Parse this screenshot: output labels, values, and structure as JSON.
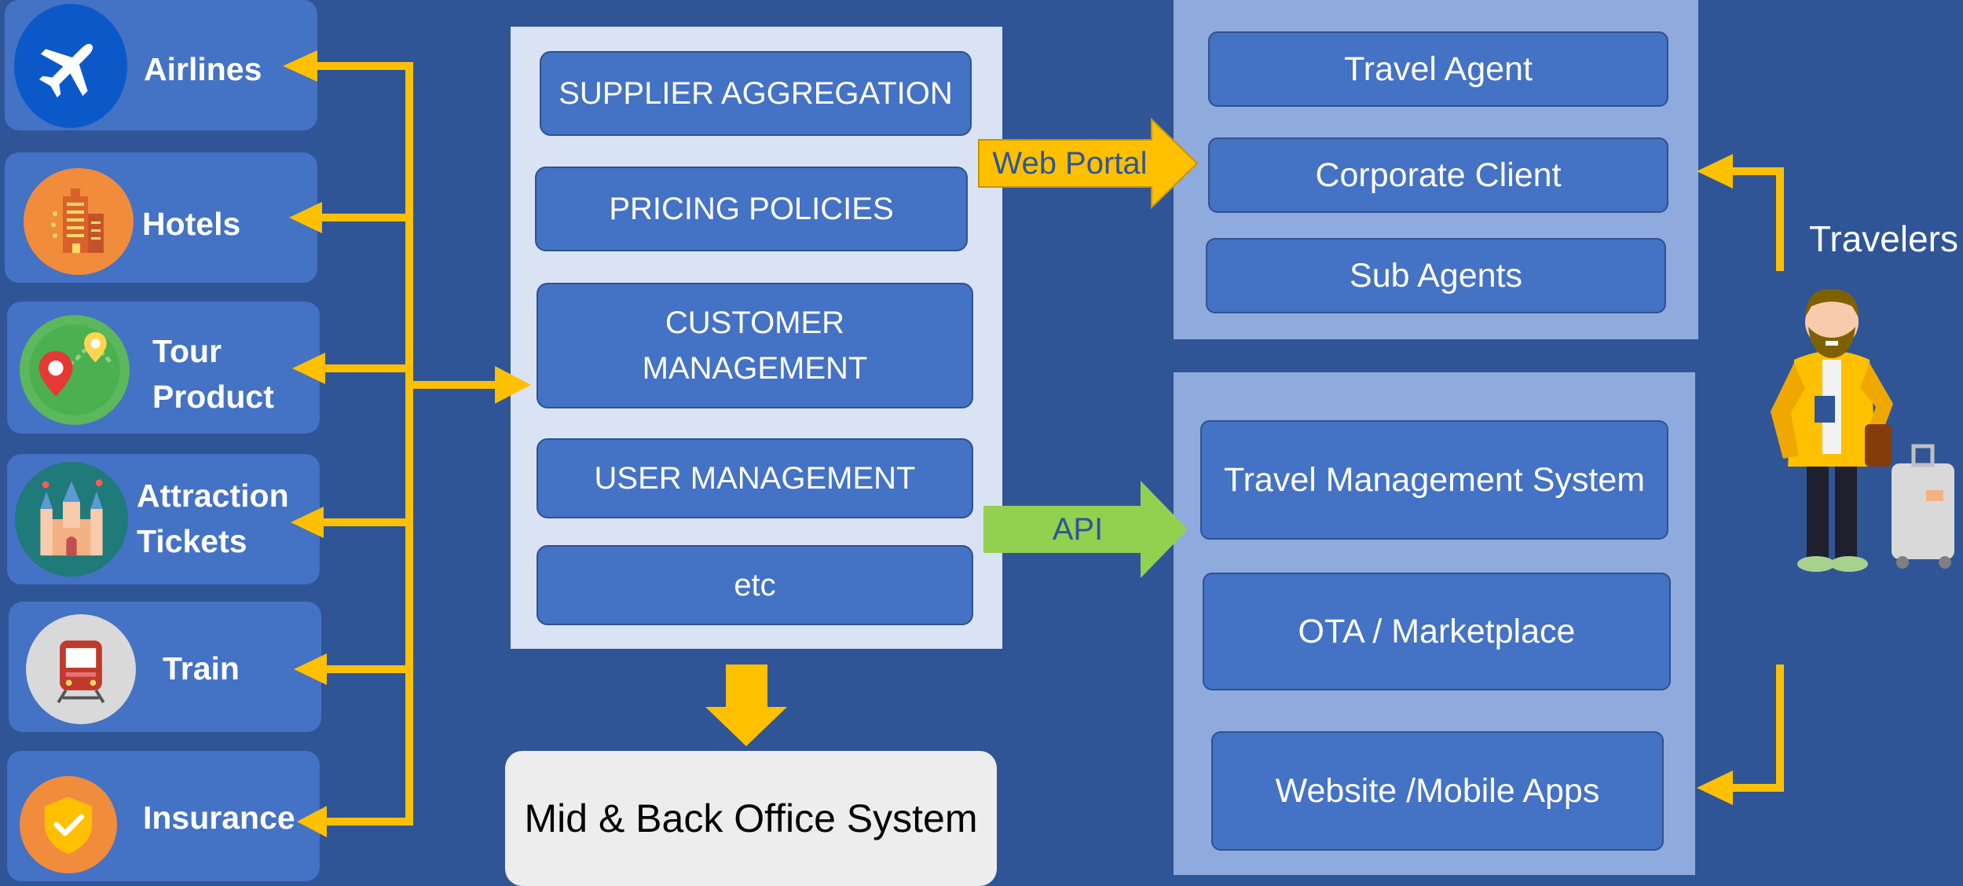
{
  "suppliers": [
    {
      "label": "Airlines",
      "icon": "airplane-icon"
    },
    {
      "label": "Hotels",
      "icon": "hotel-building-icon"
    },
    {
      "label": "Tour Product",
      "icon": "map-pin-icon"
    },
    {
      "label": "Attraction Tickets",
      "icon": "castle-icon"
    },
    {
      "label": "Train",
      "icon": "train-icon"
    },
    {
      "label": "Insurance",
      "icon": "shield-check-icon"
    }
  ],
  "modules": [
    "SUPPLIER AGGREGATION",
    "PRICING POLICIES",
    "CUSTOMER MANAGEMENT",
    "USER MANAGEMENT",
    "etc"
  ],
  "back_office": "Mid & Back Office System",
  "connectors": {
    "web_portal": "Web Portal",
    "api": "API"
  },
  "web_channels": [
    "Travel Agent",
    "Corporate Client",
    "Sub Agents"
  ],
  "api_channels": [
    "Travel Management System",
    "OTA / Marketplace",
    "Website /Mobile Apps"
  ],
  "travelers_label": "Travelers",
  "colors": {
    "background": "#2f5597",
    "box": "#4472c4",
    "arrow_yellow": "#ffc000",
    "arrow_green": "#92d050",
    "center_panel": "#dae3f3",
    "right_panel": "#8faadc"
  }
}
